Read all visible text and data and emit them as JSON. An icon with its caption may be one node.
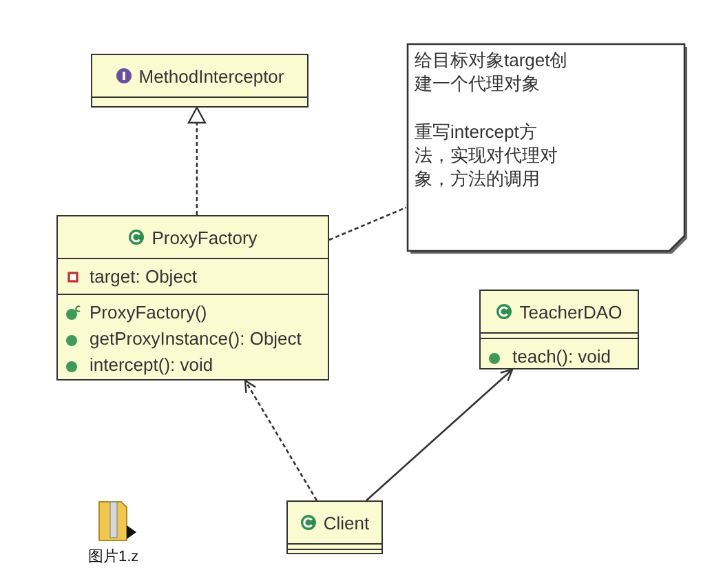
{
  "diagram": {
    "nodes": [
      {
        "text": [
          "MethodInterceptor"
        ]
      },
      {
        "text": [
          "给目标对象target创建一个代理对象",
          "重写intercept方法，实现对代理对象，方法的调用"
        ]
      },
      {
        "text": [
          "ProxyFactory",
          "target: Object",
          "ProxyFactory()",
          "getProxyInstance(): Object",
          "intercept(): void"
        ]
      },
      {
        "text": [
          "TeacherDAO",
          "teach(): void"
        ]
      },
      {
        "text": [
          "Client"
        ]
      }
    ],
    "edges": [
      {
        "from": 2,
        "to": 0,
        "arrow": "to",
        "style": "dashed"
      },
      {
        "from": 2,
        "to": 1,
        "arrow": "none",
        "style": "dashed"
      },
      {
        "from": 4,
        "to": 2,
        "arrow": "to",
        "style": "dashed"
      },
      {
        "from": 4,
        "to": 3,
        "arrow": "to"
      }
    ],
    "labels": [
      "图片1.z"
    ]
  }
}
